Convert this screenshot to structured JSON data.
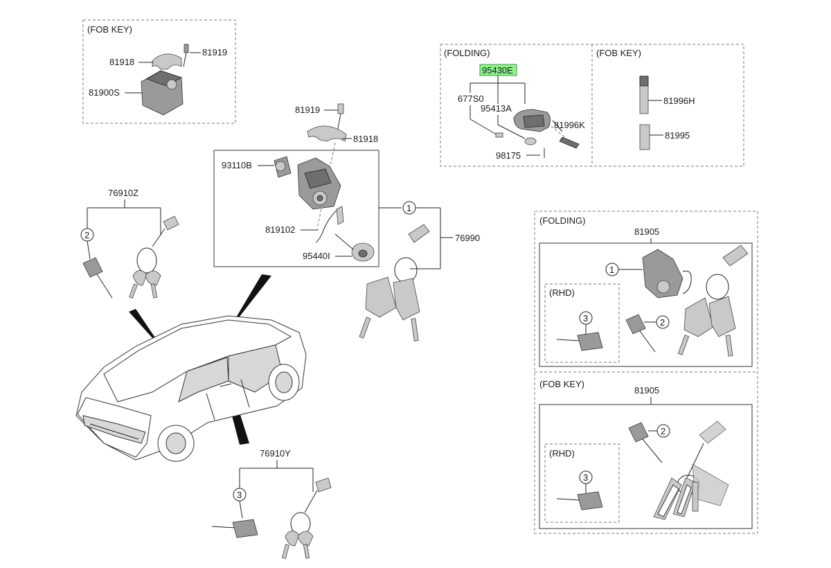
{
  "groups": {
    "fob_key_top_left": "(FOB KEY)",
    "folding_top_right": "(FOLDING)",
    "fob_key_top_right": "(FOB KEY)",
    "folding_right": "(FOLDING)",
    "rhd_folding": "(RHD)",
    "fob_key_right": "(FOB KEY)",
    "rhd_fob": "(RHD)"
  },
  "parts": {
    "p81918_a": "81918",
    "p81919_a": "81919",
    "p81900S": "81900S",
    "p81919_b": "81919",
    "p81918_b": "81918",
    "p93110B": "93110B",
    "p819102": "819102",
    "p95440I": "95440I",
    "p76990": "76990",
    "p76910Z": "76910Z",
    "p76910Y": "76910Y",
    "p95430E": "95430E",
    "p677S0": "677S0",
    "p95413A": "95413A",
    "p81996K": "81996K",
    "p98175": "98175",
    "p81996H": "81996H",
    "p81995": "81995",
    "p81905_a": "81905",
    "p81905_b": "81905"
  },
  "callouts": {
    "c1": "1",
    "c2": "2",
    "c3": "3"
  },
  "highlight_color": "#8ef08e"
}
